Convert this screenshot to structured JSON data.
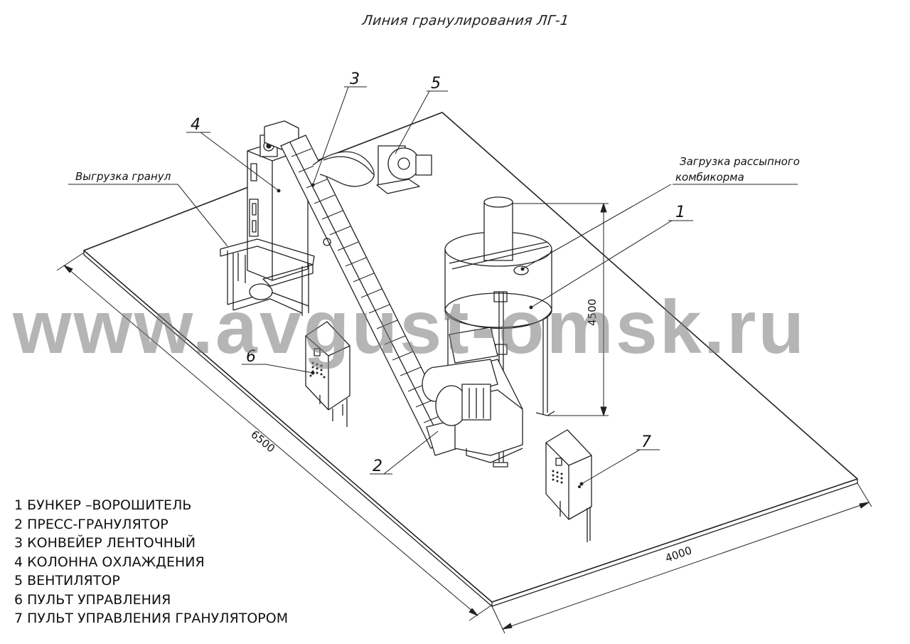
{
  "title": "Линия гранулирования ЛГ-1",
  "watermark": "www.avgust-omsk.ru",
  "callouts": {
    "c1": "1",
    "c2": "2",
    "c3": "3",
    "c4": "4",
    "c5": "5",
    "c6": "6",
    "c7": "7",
    "unload": "Выгрузка гранул",
    "load_line1": "Загрузка рассыпного",
    "load_line2": "комбикорма"
  },
  "dimensions": {
    "length": "6500",
    "width": "4000",
    "height": "4500"
  },
  "legend": [
    "1 БУНКЕР –ВОРОШИТЕЛЬ",
    "2 ПРЕСС-ГРАНУЛЯТОР",
    "3 КОНВЕЙЕР ЛЕНТОЧНЫЙ",
    "4 КОЛОННА ОХЛАЖДЕНИЯ",
    "5 ВЕНТИЛЯТОР",
    "6 ПУЛЬТ УПРАВЛЕНИЯ",
    "7 ПУЛЬТ УПРАВЛЕНИЯ ГРАНУЛЯТОРОМ"
  ]
}
